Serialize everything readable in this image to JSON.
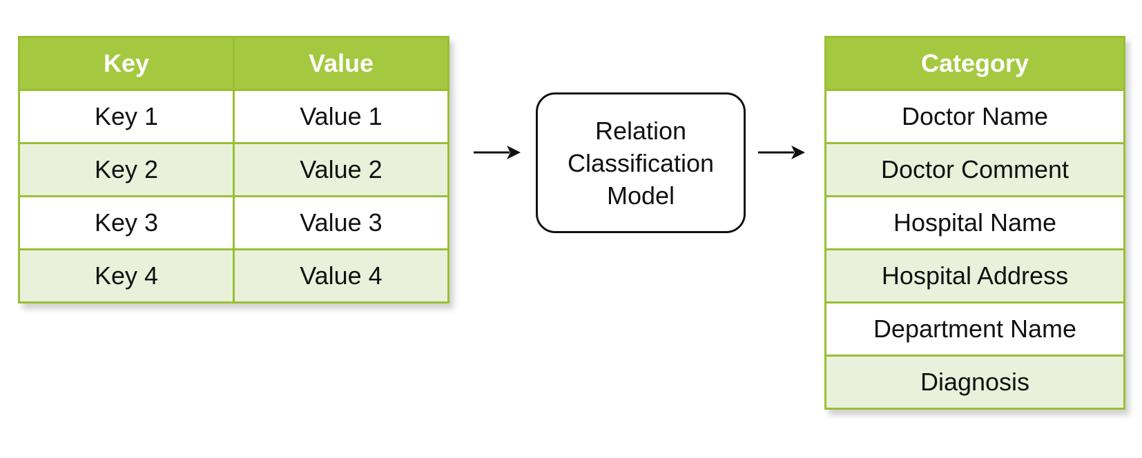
{
  "kv_table": {
    "headers": {
      "key": "Key",
      "value": "Value"
    },
    "rows": [
      {
        "key": "Key 1",
        "value": "Value 1"
      },
      {
        "key": "Key 2",
        "value": "Value 2"
      },
      {
        "key": "Key 3",
        "value": "Value 3"
      },
      {
        "key": "Key 4",
        "value": "Value 4"
      }
    ]
  },
  "model": {
    "label": "Relation\nClassification\nModel"
  },
  "category_table": {
    "header": "Category",
    "rows": [
      "Doctor Name",
      "Doctor Comment",
      "Hospital Name",
      "Hospital Address",
      "Department Name",
      "Diagnosis"
    ]
  },
  "colors": {
    "header_green": "#a4c83f",
    "border_green": "#98bf34",
    "alt_row": "#eaf1da"
  }
}
